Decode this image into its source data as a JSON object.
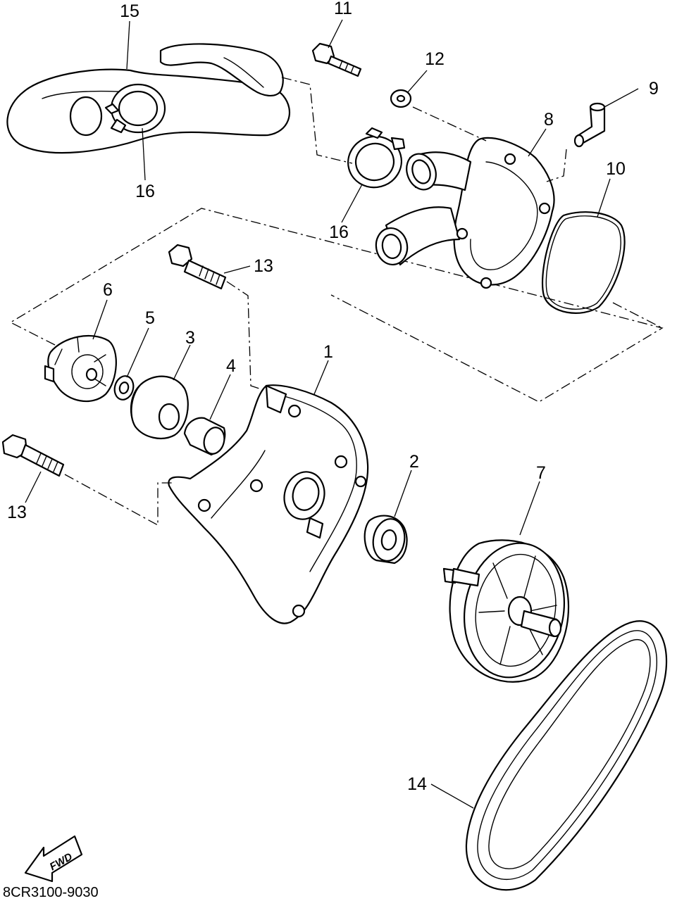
{
  "diagram": {
    "figure_code": "8CR3100-9030",
    "direction_arrow_label": "FWD",
    "callouts": {
      "c1": "1",
      "c2": "2",
      "c3": "3",
      "c4": "4",
      "c5": "5",
      "c6": "6",
      "c7": "7",
      "c8": "8",
      "c9": "9",
      "c10": "10",
      "c11": "11",
      "c12": "12",
      "c13a": "13",
      "c13b": "13",
      "c14": "14",
      "c15": "15",
      "c16a": "16",
      "c16b": "16"
    }
  }
}
